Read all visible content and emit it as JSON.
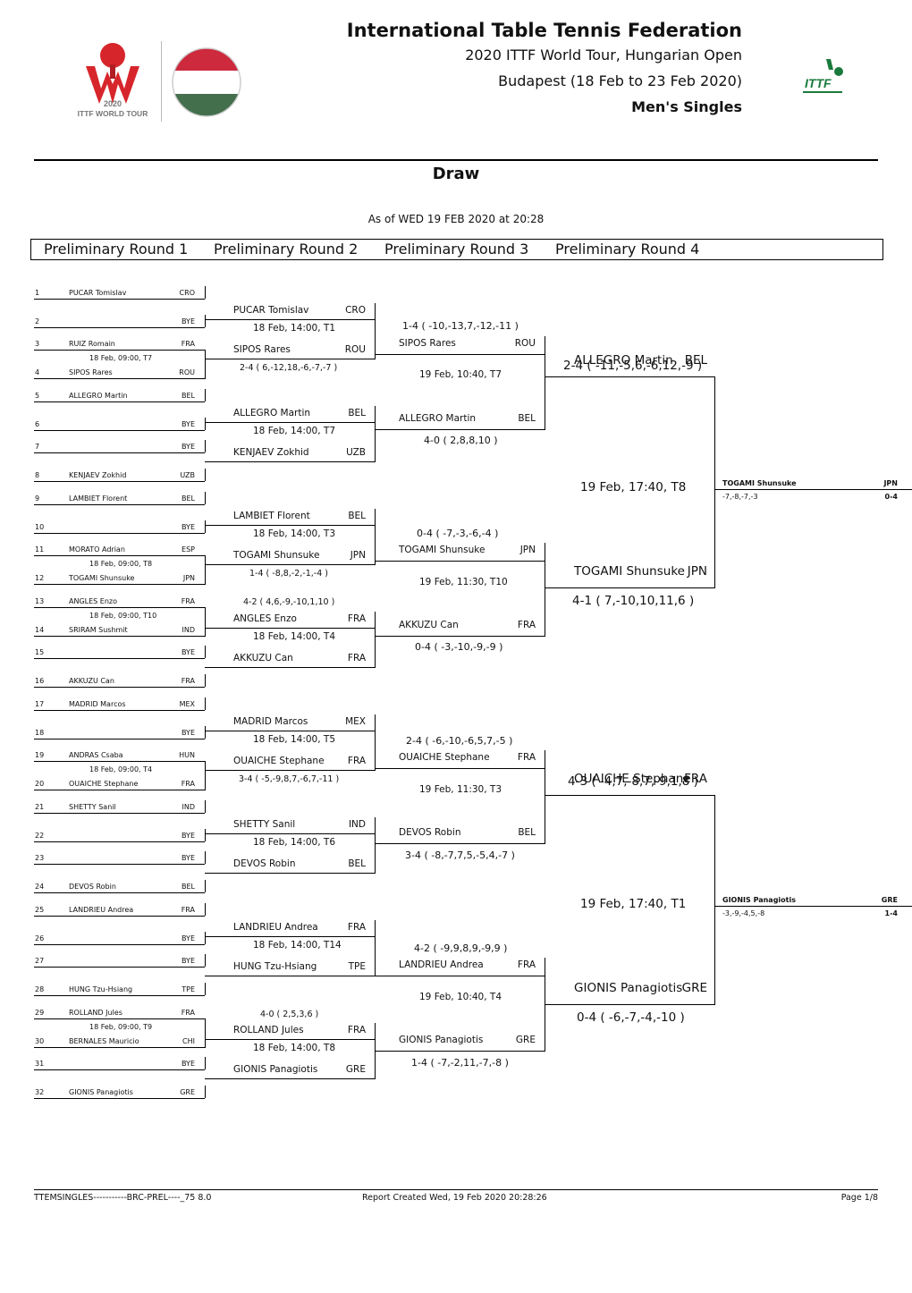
{
  "header": {
    "org": "International Table Tennis Federation",
    "tour": "2020 ITTF World Tour, Hungarian Open",
    "venue": "Budapest (18 Feb to 23 Feb 2020)",
    "event": "Men's Singles",
    "logo_text_year": "2020",
    "logo_text_tour": "ITTF WORLD TOUR",
    "ittf_logo_text": "ITTF"
  },
  "title": "Draw",
  "as_of": "As of WED 19 FEB 2020 at 20:28",
  "rounds": [
    "Preliminary Round 1",
    "Preliminary Round 2",
    "Preliminary Round 3",
    "Preliminary Round 4"
  ],
  "r1": [
    {
      "no": "1",
      "name": "PUCAR Tomislav",
      "ctry": "CRO"
    },
    {
      "no": "2",
      "name": "",
      "ctry": "BYE"
    },
    {
      "no": "3",
      "name": "RUIZ Romain",
      "ctry": "FRA"
    },
    {
      "no": "4",
      "name": "SIPOS Rares",
      "ctry": "ROU"
    },
    {
      "no": "5",
      "name": "ALLEGRO Martin",
      "ctry": "BEL"
    },
    {
      "no": "6",
      "name": "",
      "ctry": "BYE"
    },
    {
      "no": "7",
      "name": "",
      "ctry": "BYE"
    },
    {
      "no": "8",
      "name": "KENJAEV Zokhid",
      "ctry": "UZB"
    },
    {
      "no": "9",
      "name": "LAMBIET Florent",
      "ctry": "BEL"
    },
    {
      "no": "10",
      "name": "",
      "ctry": "BYE"
    },
    {
      "no": "11",
      "name": "MORATO Adrian",
      "ctry": "ESP"
    },
    {
      "no": "12",
      "name": "TOGAMI Shunsuke",
      "ctry": "JPN"
    },
    {
      "no": "13",
      "name": "ANGLES Enzo",
      "ctry": "FRA"
    },
    {
      "no": "14",
      "name": "SRIRAM Sushmit",
      "ctry": "IND"
    },
    {
      "no": "15",
      "name": "",
      "ctry": "BYE"
    },
    {
      "no": "16",
      "name": "AKKUZU Can",
      "ctry": "FRA"
    },
    {
      "no": "17",
      "name": "MADRID Marcos",
      "ctry": "MEX"
    },
    {
      "no": "18",
      "name": "",
      "ctry": "BYE"
    },
    {
      "no": "19",
      "name": "ANDRAS Csaba",
      "ctry": "HUN"
    },
    {
      "no": "20",
      "name": "OUAICHE Stephane",
      "ctry": "FRA"
    },
    {
      "no": "21",
      "name": "SHETTY Sanil",
      "ctry": "IND"
    },
    {
      "no": "22",
      "name": "",
      "ctry": "BYE"
    },
    {
      "no": "23",
      "name": "",
      "ctry": "BYE"
    },
    {
      "no": "24",
      "name": "DEVOS Robin",
      "ctry": "BEL"
    },
    {
      "no": "25",
      "name": "LANDRIEU Andrea",
      "ctry": "FRA"
    },
    {
      "no": "26",
      "name": "",
      "ctry": "BYE"
    },
    {
      "no": "27",
      "name": "",
      "ctry": "BYE"
    },
    {
      "no": "28",
      "name": "HUNG Tzu-Hsiang",
      "ctry": "TPE"
    },
    {
      "no": "29",
      "name": "ROLLAND Jules",
      "ctry": "FRA"
    },
    {
      "no": "30",
      "name": "BERNALES Mauricio",
      "ctry": "CHI"
    },
    {
      "no": "31",
      "name": "",
      "ctry": "BYE"
    },
    {
      "no": "32",
      "name": "GIONIS Panagiotis",
      "ctry": "GRE"
    }
  ],
  "r1_times": [
    "18 Feb, 09:00, T7",
    "18 Feb, 09:00, T8",
    "18 Feb, 09:00, T10",
    "18 Feb, 09:00, T4",
    "18 Feb, 09:00, T9"
  ],
  "r1_scores": [
    "2-4 ( 6,-12,18,-6,-7,-7 )",
    "1-4 ( -8,8,-2,-1,-4 )",
    "4-2 ( 4,6,-9,-10,1,10 )",
    "3-4 ( -5,-9,8,7,-6,7,-11 )",
    "4-0 ( 2,5,3,6 )"
  ],
  "r2": [
    {
      "name": "PUCAR Tomislav",
      "ctry": "CRO"
    },
    {
      "name": "SIPOS Rares",
      "ctry": "ROU"
    },
    {
      "name": "ALLEGRO Martin",
      "ctry": "BEL"
    },
    {
      "name": "KENJAEV Zokhid",
      "ctry": "UZB"
    },
    {
      "name": "LAMBIET Florent",
      "ctry": "BEL"
    },
    {
      "name": "TOGAMI Shunsuke",
      "ctry": "JPN"
    },
    {
      "name": "ANGLES Enzo",
      "ctry": "FRA"
    },
    {
      "name": "AKKUZU Can",
      "ctry": "FRA"
    },
    {
      "name": "MADRID Marcos",
      "ctry": "MEX"
    },
    {
      "name": "OUAICHE Stephane",
      "ctry": "FRA"
    },
    {
      "name": "SHETTY Sanil",
      "ctry": "IND"
    },
    {
      "name": "DEVOS Robin",
      "ctry": "BEL"
    },
    {
      "name": "LANDRIEU Andrea",
      "ctry": "FRA"
    },
    {
      "name": "HUNG Tzu-Hsiang",
      "ctry": "TPE"
    },
    {
      "name": "ROLLAND Jules",
      "ctry": "FRA"
    },
    {
      "name": "GIONIS Panagiotis",
      "ctry": "GRE"
    }
  ],
  "r2_times": [
    "18 Feb, 14:00, T1",
    "18 Feb, 14:00, T7",
    "18 Feb, 14:00, T3",
    "18 Feb, 14:00, T4",
    "18 Feb, 14:00, T5",
    "18 Feb, 14:00, T6",
    "18 Feb, 14:00, T14",
    "18 Feb, 14:00, T8"
  ],
  "r2_scores": [
    "1-4 ( -10,-13,7,-12,-11 )",
    "4-0 ( 2,8,8,10 )",
    "0-4 ( -7,-3,-6,-4 )",
    "0-4 ( -3,-10,-9,-9 )",
    "2-4 ( -6,-10,-6,5,7,-5 )",
    "3-4 ( -8,-7,7,5,-5,4,-7 )",
    "4-2 ( -9,9,8,9,-9,9 )",
    "1-4 ( -7,-2,11,-7,-8 )"
  ],
  "r3": [
    {
      "name": "SIPOS Rares",
      "ctry": "ROU"
    },
    {
      "name": "ALLEGRO Martin",
      "ctry": "BEL"
    },
    {
      "name": "TOGAMI Shunsuke",
      "ctry": "JPN"
    },
    {
      "name": "AKKUZU Can",
      "ctry": "FRA"
    },
    {
      "name": "OUAICHE Stephane",
      "ctry": "FRA"
    },
    {
      "name": "DEVOS Robin",
      "ctry": "BEL"
    },
    {
      "name": "LANDRIEU Andrea",
      "ctry": "FRA"
    },
    {
      "name": "GIONIS Panagiotis",
      "ctry": "GRE"
    }
  ],
  "r3_times": [
    "19 Feb, 10:40, T7",
    "19 Feb, 11:30, T10",
    "19 Feb, 11:30, T3",
    "19 Feb, 10:40, T4"
  ],
  "r3_scores": [
    "2-4 ( -11,-5,6,-6,12,-9 )",
    "4-1 ( 7,-10,10,11,6 )",
    "4-3 ( -4,7,-8,7,-9,1,8 )",
    "0-4 ( -6,-7,-4,-10 )"
  ],
  "r4": [
    {
      "name": "ALLEGRO Martin",
      "ctry": "BEL"
    },
    {
      "name": "TOGAMI Shunsuke",
      "ctry": "JPN"
    },
    {
      "name": "OUAICHE Stephane",
      "ctry": "FRA"
    },
    {
      "name": "GIONIS Panagiotis",
      "ctry": "GRE"
    }
  ],
  "r4_times": [
    "19 Feb, 17:40, T8",
    "19 Feb, 17:40, T1"
  ],
  "qualifiers": [
    {
      "name": "TOGAMI Shunsuke",
      "ctry": "JPN",
      "games": "-7,-8,-7,-3",
      "score": "0-4"
    },
    {
      "name": "GIONIS Panagiotis",
      "ctry": "GRE",
      "games": "-3,-9,-4,5,-8",
      "score": "1-4"
    }
  ],
  "footer": {
    "left": "TTEMSINGLES-----------BRC-PREL----_75 8.0",
    "center": "Report Created Wed, 19 Feb 2020 20:28:26",
    "right": "Page 1/8"
  },
  "colors": {
    "ittf_red": "#d7262b",
    "ittf_green": "#1a7a3c",
    "flag_red": "#cd2a3e",
    "flag_green": "#436f4d"
  }
}
